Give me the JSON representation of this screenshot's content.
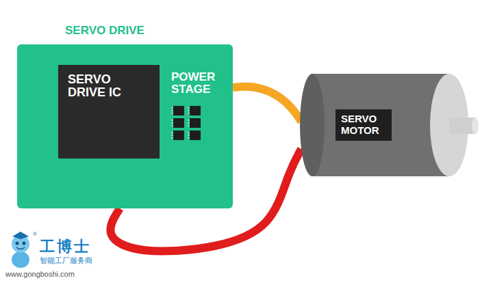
{
  "diagram": {
    "nodes": [
      {
        "text": [
          "SERVO DRIVE"
        ]
      },
      {
        "text": [
          "SERVO DRIVE IC"
        ],
        "in": 0
      },
      {
        "text": [
          "SERVO MOTOR"
        ]
      }
    ],
    "edges": [
      {
        "from": 0,
        "to": 2,
        "arrow": "none"
      },
      {
        "from": 0,
        "to": 2,
        "arrow": "none"
      }
    ],
    "labels": [
      "POWER STAGE",
      "工博士",
      "®",
      "智能工厂服务商",
      "www.gongboshi.com"
    ]
  }
}
